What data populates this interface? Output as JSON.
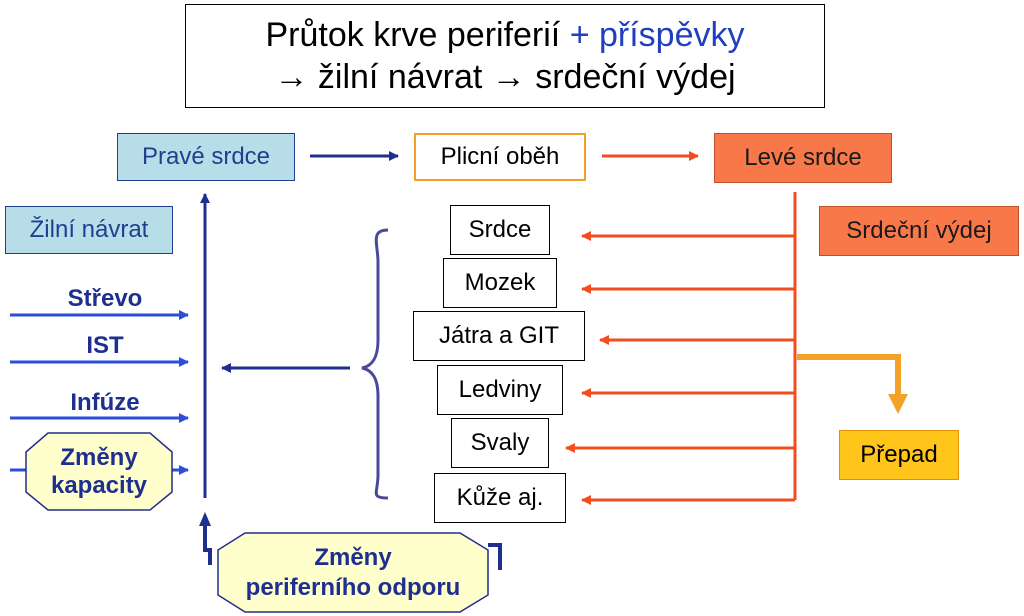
{
  "title": {
    "line1_main": "Průtok krve periferií",
    "line1_accent": "+ příspěvky",
    "line2": "→ žilní návrat → srdeční výdej"
  },
  "heart": {
    "right": "Pravé srdce",
    "pulmonary": "Plicní oběh",
    "left": "Levé srdce"
  },
  "venous_return": "Žilní návrat",
  "cardiac_output": "Srdeční výdej",
  "overflow": "Přepad",
  "inputs": [
    "Střevo",
    "IST",
    "Infúze"
  ],
  "capacity_changes": {
    "line1": "Změny",
    "line2": "kapacity"
  },
  "resistance_changes": {
    "line1": "Změny",
    "line2": "periferního odporu"
  },
  "organs": [
    "Srdce",
    "Mozek",
    "Játra a GIT",
    "Ledviny",
    "Svaly",
    "Kůže aj."
  ],
  "colors": {
    "navy": "#1f2f8f",
    "orange": "#f24d1f",
    "gold": "#f4a12a",
    "teal_fill": "#b7dde8",
    "orange_fill": "#f9784a",
    "yellow_fill": "#ffc51a",
    "pale_yellow": "#ffffcc"
  }
}
